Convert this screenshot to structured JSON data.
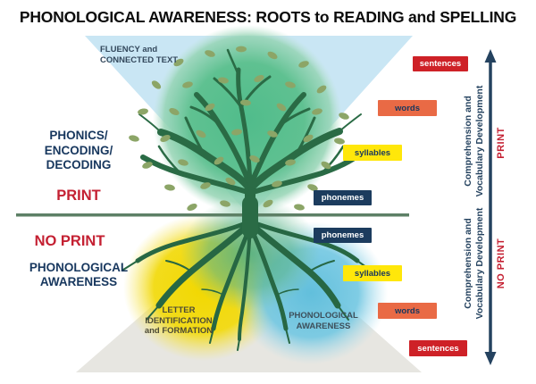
{
  "title": "PHONOLOGICAL AWARENESS: ROOTS to READING and SPELLING",
  "labels": {
    "fluency": "FLUENCY and\nCONNECTED TEXT",
    "phonics": "PHONICS/\nENCODING/\nDECODING",
    "print": "PRINT",
    "no_print": "NO PRINT",
    "phonological_awareness": "PHONOLOGICAL\nAWARENESS"
  },
  "ladder": [
    {
      "label": "sentences",
      "section": "print",
      "color": "#ce2127"
    },
    {
      "label": "words",
      "section": "print",
      "color": "#e96a45"
    },
    {
      "label": "syllables",
      "section": "print",
      "color": "#ffe70a"
    },
    {
      "label": "phonemes",
      "section": "print",
      "color": "#1c3c5e"
    },
    {
      "label": "phonemes",
      "section": "no-print",
      "color": "#1c3c5e"
    },
    {
      "label": "syllables",
      "section": "no-print",
      "color": "#ffe70a"
    },
    {
      "label": "words",
      "section": "no-print",
      "color": "#e96a45"
    },
    {
      "label": "sentences",
      "section": "no-print",
      "color": "#ce2127"
    }
  ],
  "rail": {
    "top": {
      "text": "Comprehension and\nVocabulary Development",
      "mode": "PRINT"
    },
    "bottom": {
      "text": "Comprehension and\nVocabulary Development",
      "mode": "NO PRINT"
    }
  },
  "ground": {
    "letter": "LETTER\nIDENTIFICATION\nand FORMATION",
    "phonological": "PHONOLOGICAL\nAWARENESS"
  },
  "palette": {
    "title_text": "#0c0c0c",
    "navy_text": "#17375e",
    "red_text": "#c42032",
    "sky_triangle": "#c9e6f4",
    "ground_triangle": "#e7e6e1",
    "canopy_green": "#55bd8d",
    "branch_green": "#2a6b45",
    "leaf_olive": "#8ca567",
    "yellow_blob": "#f2d800",
    "blue_blob": "#62bfdc",
    "arrow_navy": "#24425f",
    "divider_green": "#5d8066"
  }
}
